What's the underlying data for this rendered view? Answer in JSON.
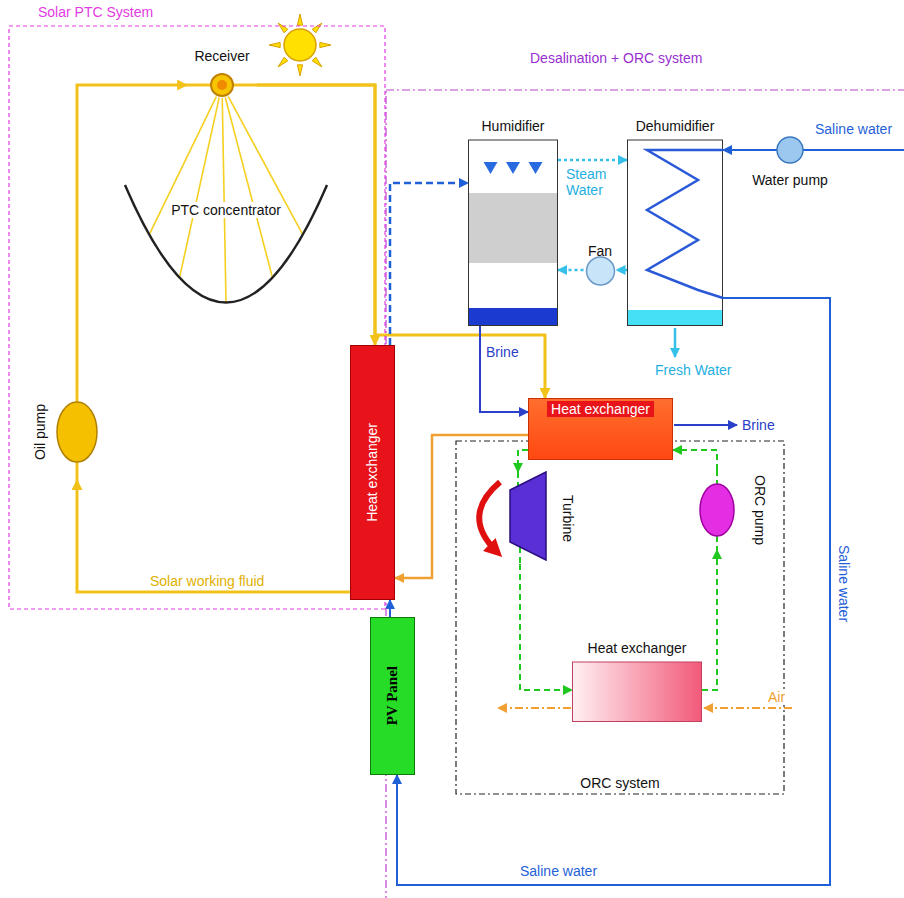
{
  "diagram": {
    "nodes": [
      {
        "text": [
          "Solar PTC System"
        ]
      },
      {
        "text": [
          "Receiver"
        ],
        "in": 0
      },
      {
        "text": [
          "PTC concentrator"
        ],
        "in": 0
      },
      {
        "text": [
          "Oil pump"
        ],
        "in": 0
      },
      {
        "text": [
          "Desalination + ORC system"
        ]
      },
      {
        "text": [
          "Heat exchanger"
        ]
      },
      {
        "text": [
          "Humidifier"
        ],
        "in": 4
      },
      {
        "text": [
          "Dehumidifier"
        ],
        "in": 4
      },
      {
        "text": [
          "Water pump"
        ],
        "in": 4
      },
      {
        "text": [
          "Fan"
        ],
        "in": 4
      },
      {
        "text": [
          "Heat exchanger"
        ],
        "in": 4
      },
      {
        "text": [
          "ORC system"
        ],
        "in": 4
      },
      {
        "text": [
          "Turbine"
        ],
        "in": 11
      },
      {
        "text": [
          "ORC pump"
        ],
        "in": 11
      },
      {
        "text": [
          "Heat exchanger"
        ],
        "in": 11
      },
      {
        "text": [
          "PV Panel"
        ]
      }
    ],
    "edges": [
      {
        "from": 3,
        "to": 1,
        "arrow": "to"
      },
      {
        "from": 1,
        "to": 5,
        "arrow": "to"
      },
      {
        "from": 1,
        "to": 10,
        "arrow": "to"
      },
      {
        "from": 5,
        "to": 3,
        "arrow": "to",
        "label": "Solar working fluid"
      },
      {
        "from": 10,
        "to": 5,
        "arrow": "to"
      },
      {
        "from": 5,
        "to": 6,
        "arrow": "to"
      },
      {
        "from": 6,
        "to": 7,
        "arrow": "to",
        "label": "Steam Water"
      },
      {
        "from": 7,
        "to": 9,
        "arrow": "to"
      },
      {
        "from": 9,
        "to": 6,
        "arrow": "to"
      },
      {
        "from": 8,
        "to": 7,
        "arrow": "to"
      },
      {
        "from": 6,
        "to": 10,
        "arrow": "to",
        "label": "Brine"
      },
      {
        "from": 7,
        "to": 15,
        "arrow": "to",
        "label": "Saline water"
      },
      {
        "from": 15,
        "to": 5,
        "arrow": "to"
      },
      {
        "from": 10,
        "to": 12,
        "arrow": "to"
      },
      {
        "from": 12,
        "to": 14,
        "arrow": "to"
      },
      {
        "from": 14,
        "to": 13,
        "arrow": "to"
      },
      {
        "from": 13,
        "to": 10,
        "arrow": "to"
      }
    ],
    "labels": [
      "Saline water",
      "Fresh Water",
      "Brine",
      "Saline water",
      "Air"
    ]
  }
}
